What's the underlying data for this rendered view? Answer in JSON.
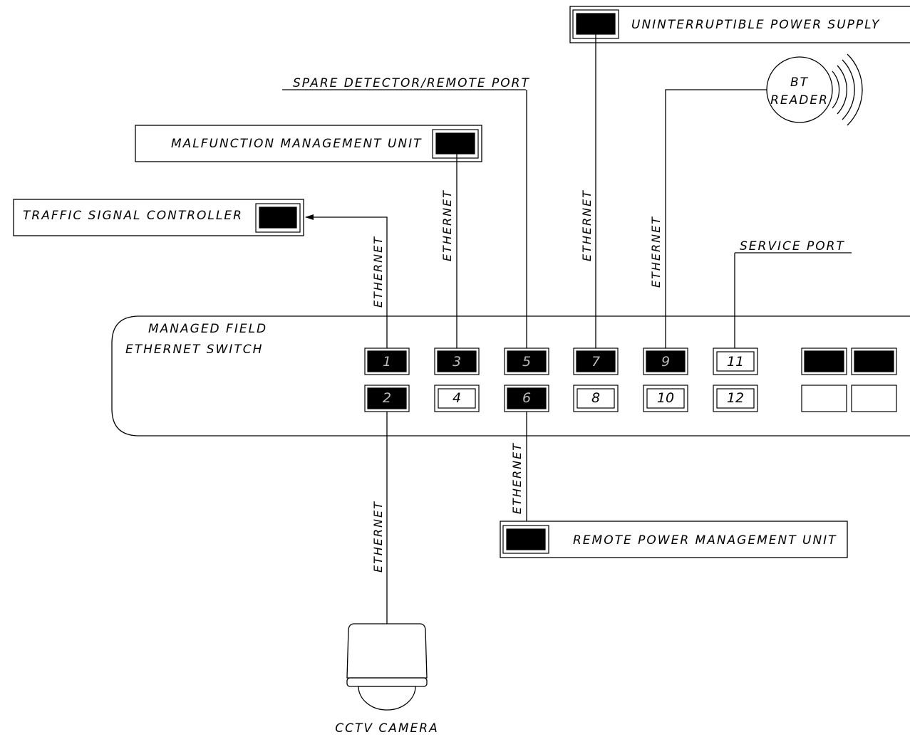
{
  "devices": {
    "ups": "UNINTERRUPTIBLE POWER SUPPLY",
    "spare_detector": "SPARE DETECTOR/REMOTE PORT",
    "bt_reader_line1": "BT",
    "bt_reader_line2": "READER",
    "mmu": "MALFUNCTION MANAGEMENT UNIT",
    "tsc": "TRAFFIC SIGNAL CONTROLLER",
    "service_port": "SERVICE PORT",
    "switch_line1": "MANAGED FIELD",
    "switch_line2": "ETHERNET SWITCH",
    "rpmu": "REMOTE POWER MANAGEMENT UNIT",
    "cctv": "CCTV CAMERA"
  },
  "links": {
    "port1": "ETHERNET",
    "port3": "ETHERNET",
    "port7": "ETHERNET",
    "port9": "ETHERNET",
    "port2": "ETHERNET",
    "port6": "ETHERNET"
  },
  "ports": {
    "p1": "1",
    "p2": "2",
    "p3": "3",
    "p4": "4",
    "p5": "5",
    "p6": "6",
    "p7": "7",
    "p8": "8",
    "p9": "9",
    "p10": "10",
    "p11": "11",
    "p12": "12"
  }
}
